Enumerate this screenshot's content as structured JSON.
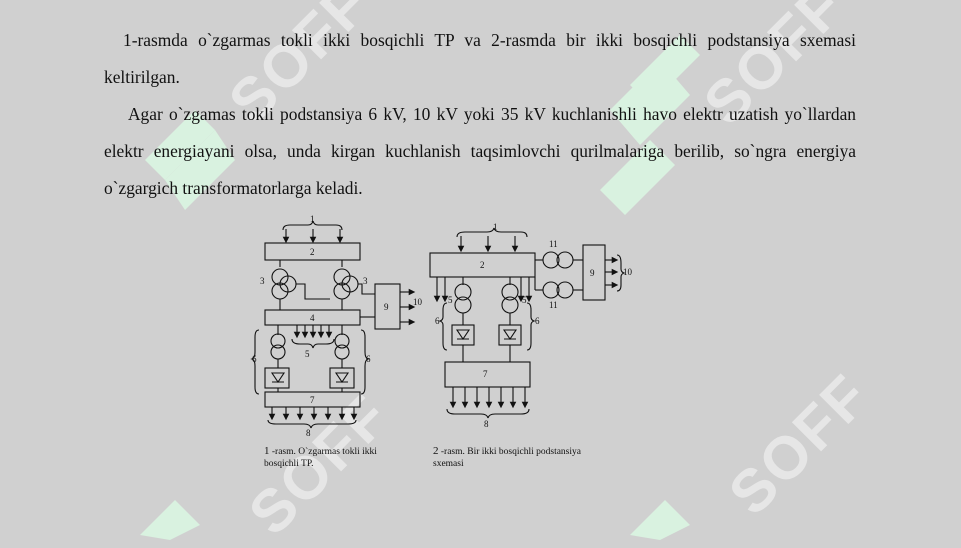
{
  "paragraphs": [
    "1-rasmda o`zgarmas tokli ikki bosqichli TP va 2-rasmda bir ikki bosqichli podstansiya sxemasi keltirilgan.",
    "Agar o`zgamas tokli podstansiya 6 kV, 10 kV yoki 35 kV kuchlanishli havo elektr uzatish yo`llardan elektr energiayani olsa, unda kirgan kuchlanish taqsimlovchi qurilmalariga berilib, so`ngra energiya o`zgargich transformatorlarga keladi."
  ],
  "watermark": "SOFF",
  "figure1": {
    "labels": {
      "n1": "1",
      "n2": "2",
      "n3a": "3",
      "n3b": "3",
      "n4": "4",
      "n5": "5",
      "n6a": "6",
      "n6b": "6",
      "n7": "7",
      "n8": "8",
      "n9": "9",
      "n10": "10"
    },
    "caption_num": "1",
    "caption_line1": "-rasm. O`zgarmas tokli ikki",
    "caption_line2": "bosqichli TP."
  },
  "figure2": {
    "labels": {
      "n1": "1",
      "n2": "2",
      "n5a": "5",
      "n5b": "5",
      "n6a": "6",
      "n6b": "6",
      "n7": "7",
      "n8": "8",
      "n9": "9",
      "n10": "10",
      "n11a": "11",
      "n11b": "11"
    },
    "caption_num": "2",
    "caption_line1": "-rasm. Bir ikki bosqichli podstansiya",
    "caption_line2": "sxemasi"
  },
  "colors": {
    "background": "#d0d0d0",
    "watermark_green": "#d9f2e0",
    "watermark_gray": "#e6e6e6",
    "text": "#111111"
  }
}
